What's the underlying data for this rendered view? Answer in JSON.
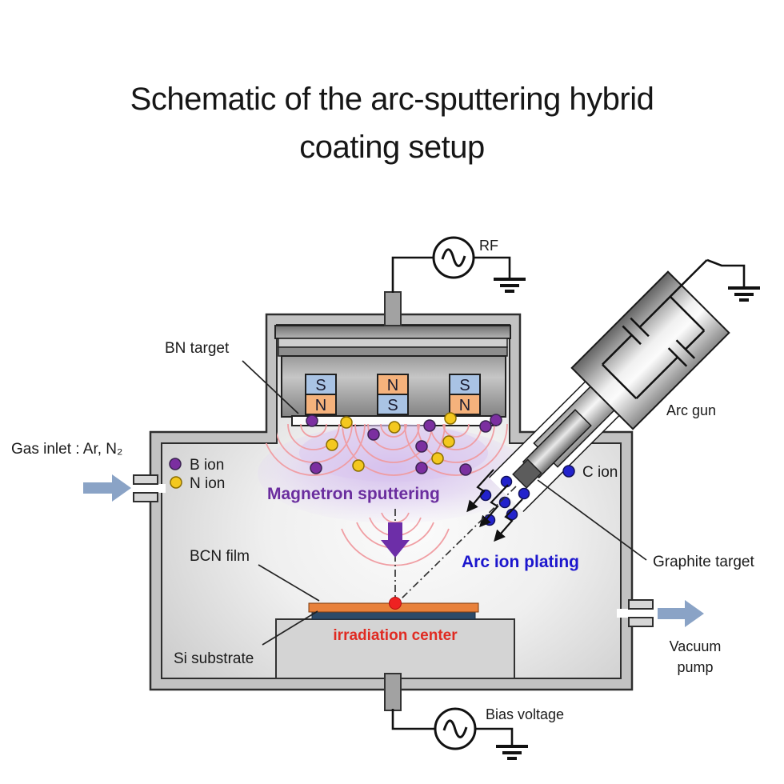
{
  "title": {
    "line1": "Schematic of the arc-sputtering hybrid",
    "line2": "coating setup"
  },
  "power": {
    "rf_label": "RF",
    "bias_label": "Bias voltage"
  },
  "chamber": {
    "gas_inlet_label": "Gas inlet : Ar, N₂",
    "vacuum_pump_label_line1": "Vacuum",
    "vacuum_pump_label_line2": "pump"
  },
  "magnetron": {
    "bn_target_label": "BN target",
    "process_label": "Magnetron sputtering",
    "magnets": {
      "left": {
        "top": "S",
        "bottom": "N"
      },
      "center": {
        "top": "N",
        "bottom": "S"
      },
      "right": {
        "top": "S",
        "bottom": "N"
      }
    }
  },
  "arc": {
    "gun_label": "Arc gun",
    "graphite_target_label": "Graphite target",
    "process_label": "Arc ion plating"
  },
  "legend": {
    "b_ion": "B ion",
    "n_ion": "N ion",
    "c_ion": "C ion"
  },
  "substrate": {
    "bcn_film_label": "BCN film",
    "si_substrate_label": "Si substrate",
    "irradiation_label": "irradiation center"
  },
  "colors": {
    "b_ion": "#7b2fa0",
    "n_ion": "#f3c81f",
    "c_ion": "#2222cc",
    "magnet_s_blue": "#a9c3e4",
    "magnet_n_orange": "#f5b27c",
    "magnetron_text": "#6a2d9e",
    "arc_plating_text": "#1c16cd",
    "irradiation_text": "#e02b22",
    "bcn_film": "#e8813b",
    "si_substrate": "#2c4a68",
    "flow_arrow": "#8aa3c6",
    "plasma_glow": "#cdb3e8",
    "wave_arc": "#f09ba0",
    "beam_arrow": "#6d2ea8",
    "red_dot": "#ee2222"
  }
}
